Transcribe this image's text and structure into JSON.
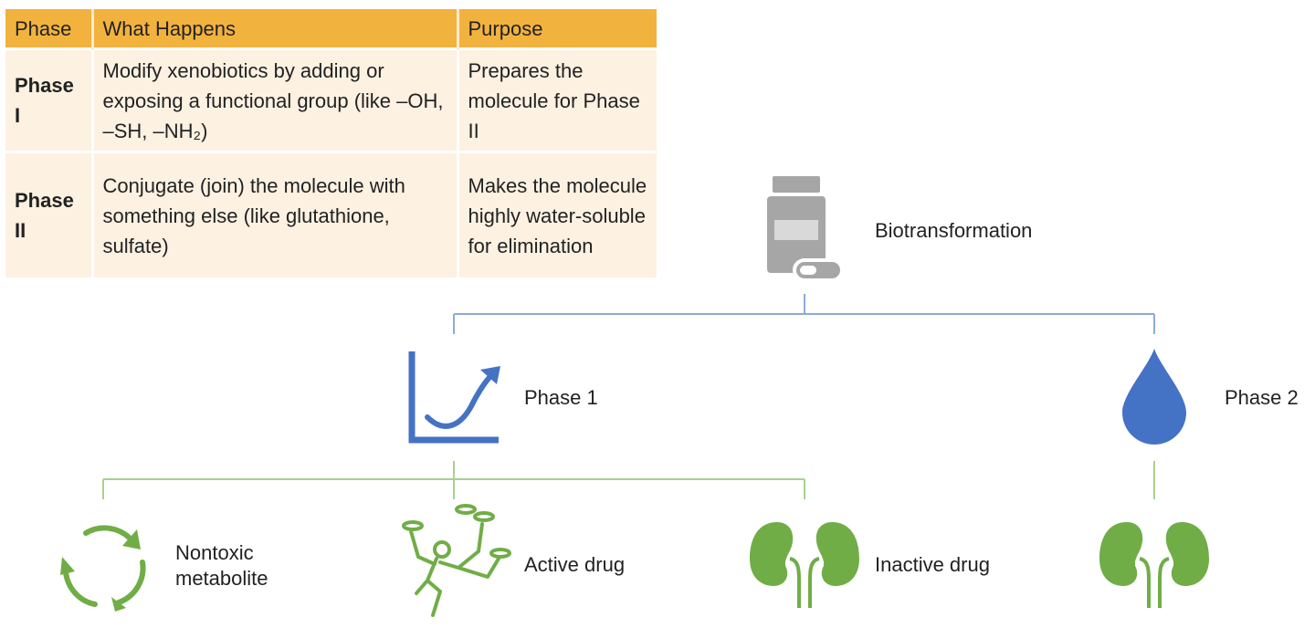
{
  "table": {
    "headers": [
      "Phase",
      "What Happens",
      "Purpose"
    ],
    "rows": [
      {
        "phase": "Phase I",
        "what": "Modify xenobiotics by adding or exposing a functional group (like –OH, –SH, –NH₂)",
        "purpose": "Prepares the molecule for Phase II"
      },
      {
        "phase": "Phase II",
        "what": "Conjugate (join) the molecule with something else (like glutathione, sulfate)",
        "purpose": "Makes the molecule highly water-soluble for elimination"
      }
    ]
  },
  "diagram": {
    "root": {
      "label": "Biotransformation",
      "icon": "medicine-bottle-icon"
    },
    "phase1": {
      "label": "Phase 1",
      "icon": "growth-chart-icon"
    },
    "phase2": {
      "label": "Phase 2",
      "icon": "water-drop-icon"
    },
    "outcomes": [
      {
        "label": "Nontoxic metabolite",
        "icon": "recycle-icon"
      },
      {
        "label": "Active drug",
        "icon": "juggler-icon"
      },
      {
        "label": "Inactive drug",
        "icon": "kidneys-icon"
      },
      {
        "label": "",
        "icon": "kidneys-icon"
      }
    ]
  },
  "colors": {
    "header": "#f2b23e",
    "cell": "#fdf1e2",
    "blue_icon": "#4472c4",
    "blue_line": "#8eaadb",
    "green_icon": "#70ad47",
    "green_line": "#a9d18e",
    "gray_icon": "#a6a6a6"
  }
}
